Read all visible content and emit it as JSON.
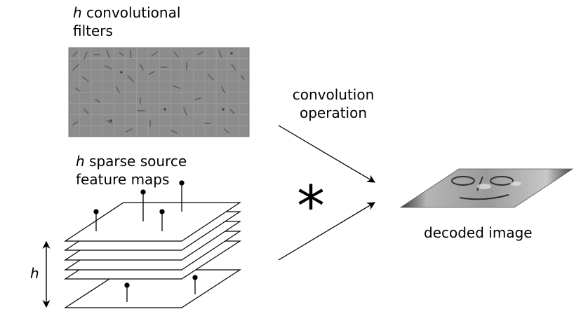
{
  "filters_label": {
    "var": "h",
    "line1": " convolutional",
    "line2": "filters"
  },
  "feature_maps_label": {
    "var": "h",
    "line1": " sparse source",
    "line2": "feature maps"
  },
  "operation_label": {
    "line1": "convolution",
    "line2": "operation"
  },
  "operator_symbol": "*",
  "output_label": "decoded image",
  "depth_axis_label": "h"
}
